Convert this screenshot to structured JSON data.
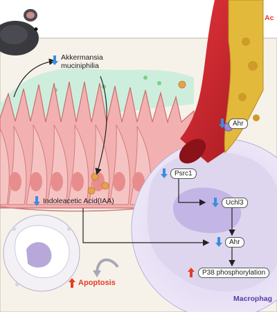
{
  "labels": {
    "akkermansia": "Akkermansia muciniphilia",
    "iaa": "Indoleacetic Acid(IAA)",
    "ahr_vessel": "Ahr",
    "psrc1": "Psrc1",
    "uchl3": "Uchl3",
    "ahr_macro": "Ahr",
    "p38": "P38 phosphorylation",
    "apoptosis": "Apoptosis",
    "macrophage": "Macrophag",
    "atherosclerosis": "Ac"
  },
  "colors": {
    "down_arrow": "#3b8de0",
    "up_arrow": "#e53c25",
    "macrophage": "#ddd6ee",
    "nucleus": "#c3b6e6",
    "vessel": "#c8232c",
    "plaque": "#e2b93b",
    "mucus": "#cdeedd",
    "epithelium": "#f3b0b0"
  },
  "icons": {
    "mouse": "mouse-icon",
    "down": "down-arrow-icon",
    "up": "up-arrow-icon",
    "cycle": "cycle-arrow-icon"
  }
}
